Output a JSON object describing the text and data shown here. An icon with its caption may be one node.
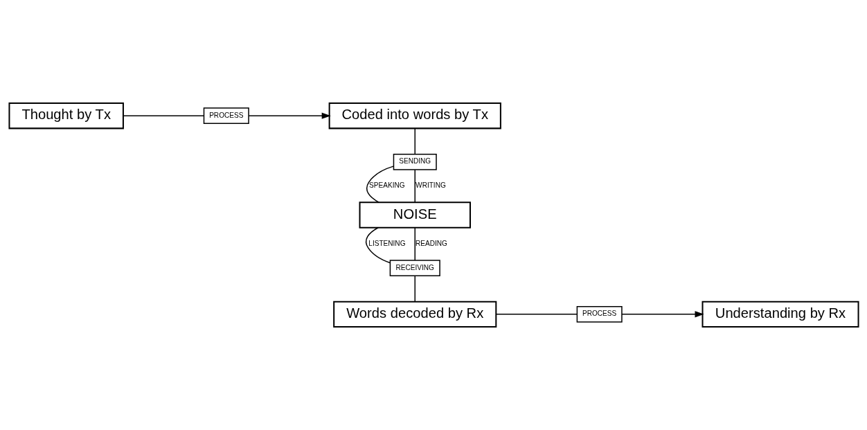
{
  "diagram": {
    "nodes": [
      {
        "text": [
          "Thought by Tx"
        ]
      },
      {
        "text": [
          "PROCESS"
        ]
      },
      {
        "text": [
          "Coded into words by Tx"
        ]
      },
      {
        "text": [
          "SENDING"
        ]
      },
      {
        "text": [
          "NOISE"
        ]
      },
      {
        "text": [
          "RECEIVING"
        ]
      },
      {
        "text": [
          "Words decoded by Rx"
        ]
      },
      {
        "text": [
          "PROCESS"
        ]
      },
      {
        "text": [
          "Understanding by Rx"
        ]
      }
    ],
    "edges": [
      {
        "from": 0,
        "to": 1,
        "arrow": "none"
      },
      {
        "from": 1,
        "to": 2,
        "arrow": "to"
      },
      {
        "from": 2,
        "to": 3,
        "arrow": "none"
      },
      {
        "from": 3,
        "to": 4,
        "arrow": "none",
        "label": "SPEAKING"
      },
      {
        "from": 3,
        "to": 4,
        "arrow": "none",
        "label": "WRITING"
      },
      {
        "from": 4,
        "to": 5,
        "arrow": "none",
        "label": "LISTENING"
      },
      {
        "from": 4,
        "to": 5,
        "arrow": "none",
        "label": "READING"
      },
      {
        "from": 5,
        "to": 6,
        "arrow": "none"
      },
      {
        "from": 6,
        "to": 7,
        "arrow": "none"
      },
      {
        "from": 7,
        "to": 8,
        "arrow": "to"
      }
    ]
  }
}
